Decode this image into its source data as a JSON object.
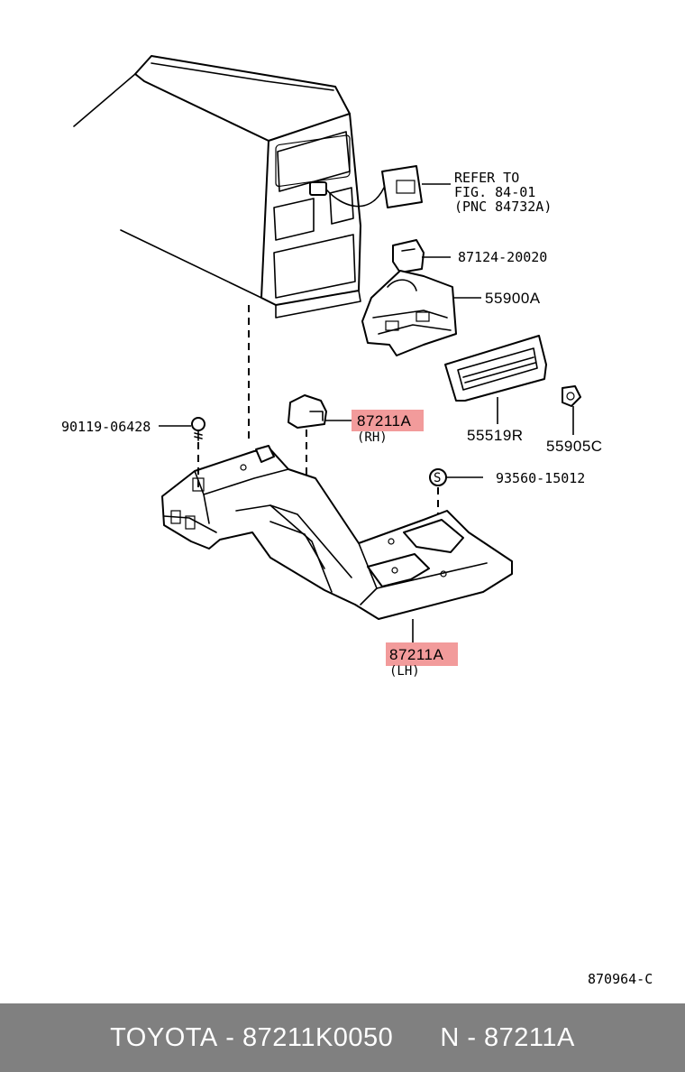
{
  "diagram": {
    "callouts": {
      "refer_to_line1": "REFER TO",
      "refer_to_line2": "FIG. 84-01",
      "refer_to_line3": "(PNC 84732A)",
      "part_87124": "87124-20020",
      "part_55900a": "55900A",
      "part_90119": "90119-06428",
      "part_87211a_rh": "87211A",
      "rh_note": "(RH)",
      "part_55519r": "55519R",
      "part_55905c": "55905C",
      "s_symbol": "S",
      "part_93560": "93560-15012",
      "part_87211a_lh": "87211A",
      "lh_note": "(LH)"
    },
    "illustration_code": "870964-C",
    "highlight_color": "#f29b9b"
  },
  "footer": {
    "brand": "TOYOTA",
    "separator1": " - ",
    "part_number": "87211K0050",
    "pnc_prefix": "N",
    "separator2": " - ",
    "pnc": "87211A",
    "background_color": "#808080"
  }
}
